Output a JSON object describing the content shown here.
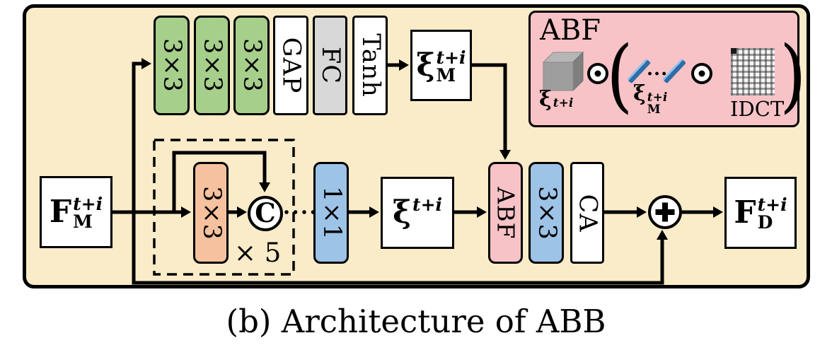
{
  "caption": "(b) Architecture of ABB",
  "palette": {
    "panel_fill": "#FAEBC9",
    "conv_green": "#A7CF8C",
    "fc_gray": "#D8D8D8",
    "conv_orange": "#F5C19E",
    "conv_blue": "#9DC3E6",
    "abf_pink": "#F7C3C7",
    "node_white": "#FFFFFF",
    "line_black": "#000000"
  },
  "top_pipeline": {
    "blocks": [
      {
        "label": "3×3",
        "type": "conv-green"
      },
      {
        "label": "3×3",
        "type": "conv-green"
      },
      {
        "label": "3×3",
        "type": "conv-green"
      },
      {
        "label": "GAP",
        "type": "white"
      },
      {
        "label": "FC",
        "type": "gray"
      },
      {
        "label": "Tanh",
        "type": "white"
      }
    ]
  },
  "nodes": {
    "input": {
      "base": "F",
      "sub": "M",
      "sup": "t+i"
    },
    "xi_m": {
      "base": "ξ",
      "sub": "M",
      "sup": "t+i"
    },
    "xi": {
      "base": "ξ",
      "sub": "",
      "sup": "t+i"
    },
    "output": {
      "base": "F",
      "sub": "D",
      "sup": "t+i"
    }
  },
  "residual_group": {
    "conv_label": "3×3",
    "concat_label": "C",
    "repeat_label": "× 5"
  },
  "mid_pipeline": {
    "conv1x1_label": "1×1",
    "abf_label": "ABF",
    "conv3x3_label": "3×3",
    "ca_label": "CA",
    "add_symbol": "+"
  },
  "inset": {
    "title": "ABF",
    "cube_label": {
      "base": "ξ",
      "sub": "",
      "sup": "t+i"
    },
    "odot_symbol": "⊙",
    "paren_open": "(",
    "bars_dots": "···",
    "bars_label": {
      "base": "ξ",
      "sub": "M",
      "sup": "t+i"
    },
    "odot_symbol_2": "⊙",
    "idct_label": "IDCT",
    "paren_close": ")"
  }
}
